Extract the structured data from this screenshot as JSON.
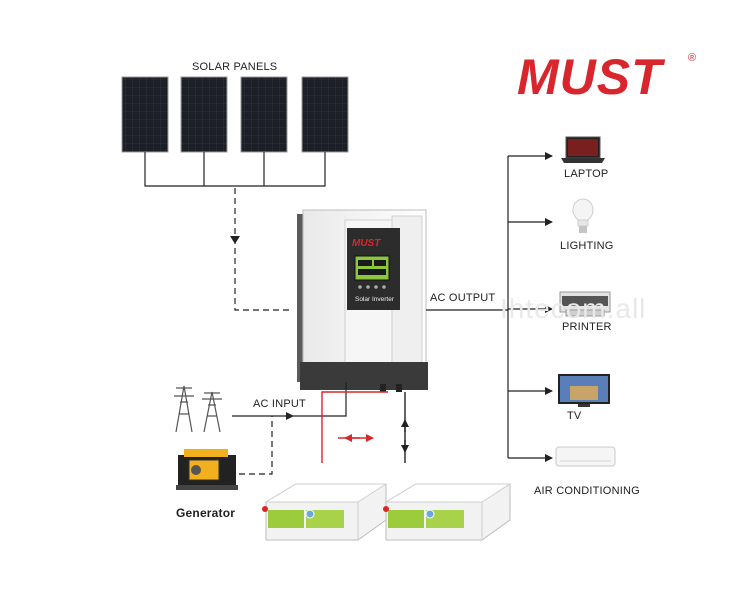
{
  "brand": {
    "name": "MUST",
    "registered_mark": "®"
  },
  "watermark": "Ihtecom.all",
  "labels": {
    "solar_panels": "SOLAR PANELS",
    "ac_output": "AC OUTPUT",
    "ac_input": "AC INPUT",
    "generator": "Generator"
  },
  "inverter": {
    "logo": "MUST",
    "label": "Solar Inverter"
  },
  "loads": [
    {
      "label": "LAPTOP",
      "icon": "laptop-icon"
    },
    {
      "label": "LIGHTING",
      "icon": "light-bulb-icon"
    },
    {
      "label": "PRINTER",
      "icon": "printer-icon"
    },
    {
      "label": "TV",
      "icon": "tv-icon"
    },
    {
      "label": "AIR CONDITIONING",
      "icon": "air-conditioner-icon"
    }
  ],
  "colors": {
    "brand_red": "#d9262c",
    "wire": "#222222",
    "battery_wire": "#d9262c"
  }
}
